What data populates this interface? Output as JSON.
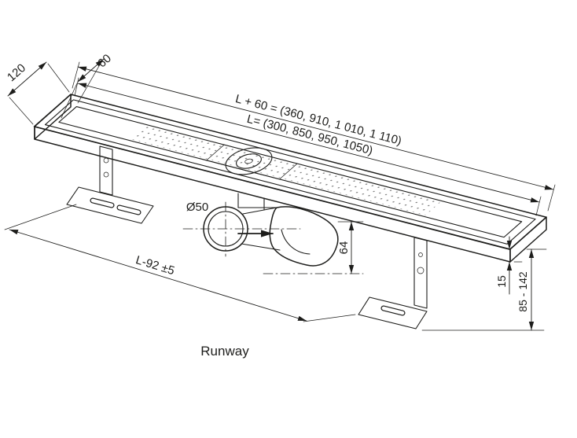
{
  "caption": "Runway",
  "colors": {
    "ink": "#1d1d1b",
    "background": "#ffffff"
  },
  "dimensions": {
    "outer_width": "120",
    "inner_width": "60",
    "overall_length": "L + 60 = (360, 910, 1 010, 1 110)",
    "channel_length": "L= (300, 850, 950, 1050)",
    "outlet_diameter": "Ø50",
    "trap_height": "64",
    "anchor_spacing": "L-92 ±5",
    "rim_height": "15",
    "installation_height": "85 - 142"
  }
}
